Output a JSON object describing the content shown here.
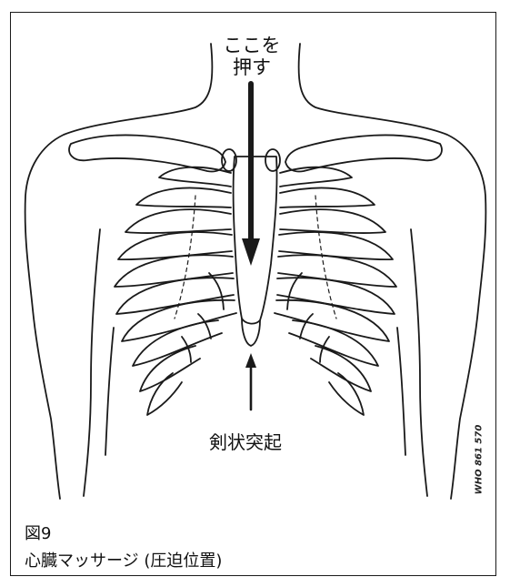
{
  "annotations": {
    "press_here_line1": "ここを",
    "press_here_line2": "押す",
    "xiphoid_process": "剣状突起"
  },
  "figure": {
    "number": "図9",
    "caption": "心臓マッサージ (圧迫位置)",
    "source_code": "WHO 861 570"
  },
  "colors": {
    "line": "#1a1a1a",
    "background": "#ffffff"
  }
}
